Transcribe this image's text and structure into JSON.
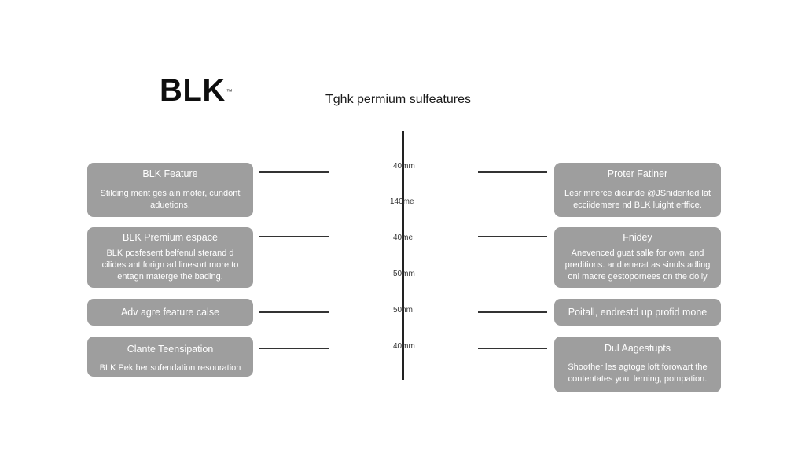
{
  "header": {
    "logo_text": "BLK",
    "logo_mark": "™",
    "title": "Tghk permium sulfeatures"
  },
  "axis": {
    "ticks": [
      "40mm",
      "140me",
      "40me",
      "50mm",
      "50nm",
      "40mm"
    ]
  },
  "left_boxes": [
    {
      "title": "BLK Feature",
      "body": "Stilding ment ges ain moter, cundont aduetions."
    },
    {
      "title": "BLK Premium espace",
      "body": "BLK posfesent belfenul sterand d cilides ant forign ad linesort more to entagn materge the bading."
    },
    {
      "title": "Adv agre feature calse",
      "body": ""
    },
    {
      "title": "Clante Teensipation",
      "body": "BLK Pek her sufendation resouration"
    }
  ],
  "right_boxes": [
    {
      "title": "Proter Fatiner",
      "body": "Lesr miferce dicunde @JSnidented lat ecciidemere nd BLK luight erffice."
    },
    {
      "title": "Fnidey",
      "body": "Anevenced guat salle for own, and preditions. and enerat as sinuls adling oni macre gestopornees on the dolly"
    },
    {
      "title": "Poitall, endrestd up profid mone",
      "body": ""
    },
    {
      "title": "Dul Aagestupts",
      "body": "Shoother les agtoge loft forowart the contentates youl lerning, pompation."
    }
  ]
}
